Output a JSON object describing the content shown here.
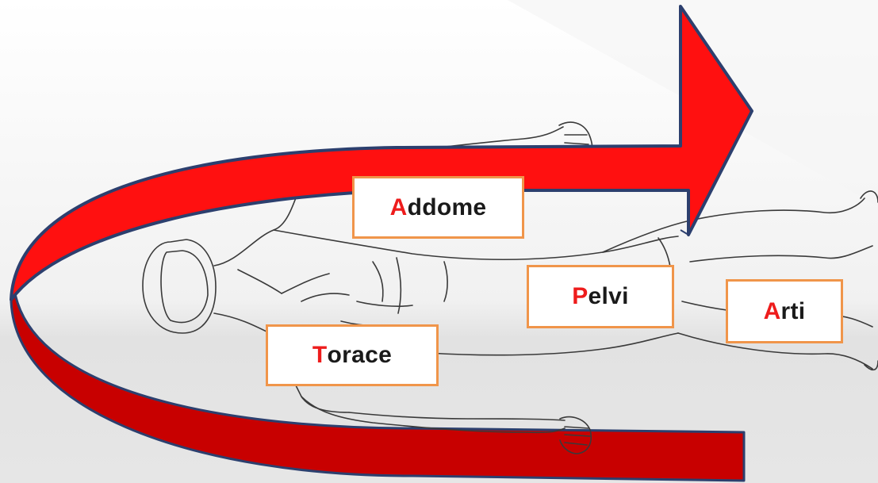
{
  "labels": {
    "addome": {
      "initial": "A",
      "rest": "ddome"
    },
    "pelvi": {
      "initial": "P",
      "rest": "elvi"
    },
    "arti": {
      "initial": "A",
      "rest": "rti"
    },
    "torace": {
      "initial": "T",
      "rest": "orace"
    }
  },
  "colors": {
    "arrow_fill": "#ff1010",
    "arrow_fill_lower": "#c80000",
    "arrow_outline": "#2c3f6e",
    "box_border": "#f0954a",
    "initial_letter": "#ee1c1c",
    "body_line": "#3a3a3a"
  },
  "icons": {
    "arrow": "curved-u-turn-arrow",
    "figure": "supine-human-body-outline"
  }
}
